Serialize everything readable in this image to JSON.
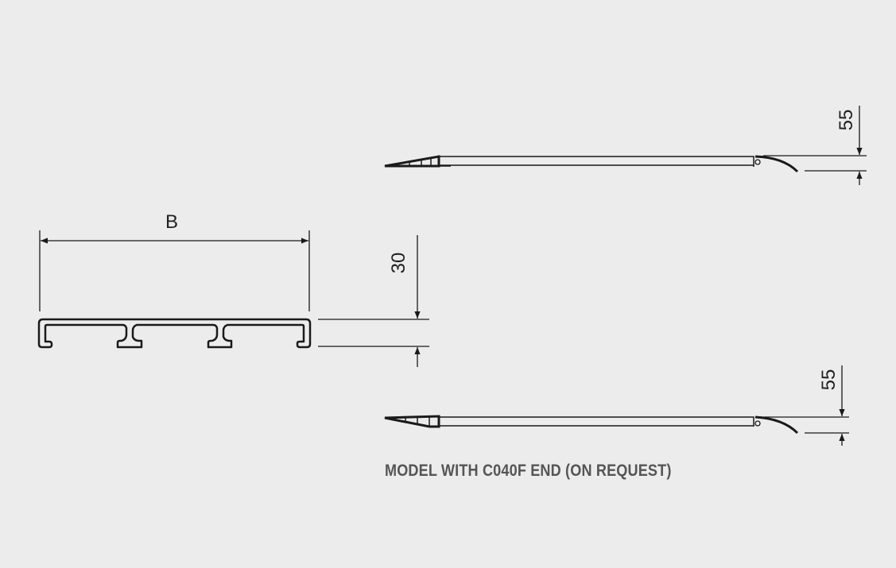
{
  "dimensions": {
    "width_label": "B",
    "profile_height": "30",
    "ramp_end_height_top": "55",
    "ramp_end_height_bottom": "55"
  },
  "caption": "MODEL WITH C040F END (ON REQUEST)",
  "colors": {
    "background": "#ececec",
    "line": "#1a1a1a",
    "caption": "#555555"
  }
}
